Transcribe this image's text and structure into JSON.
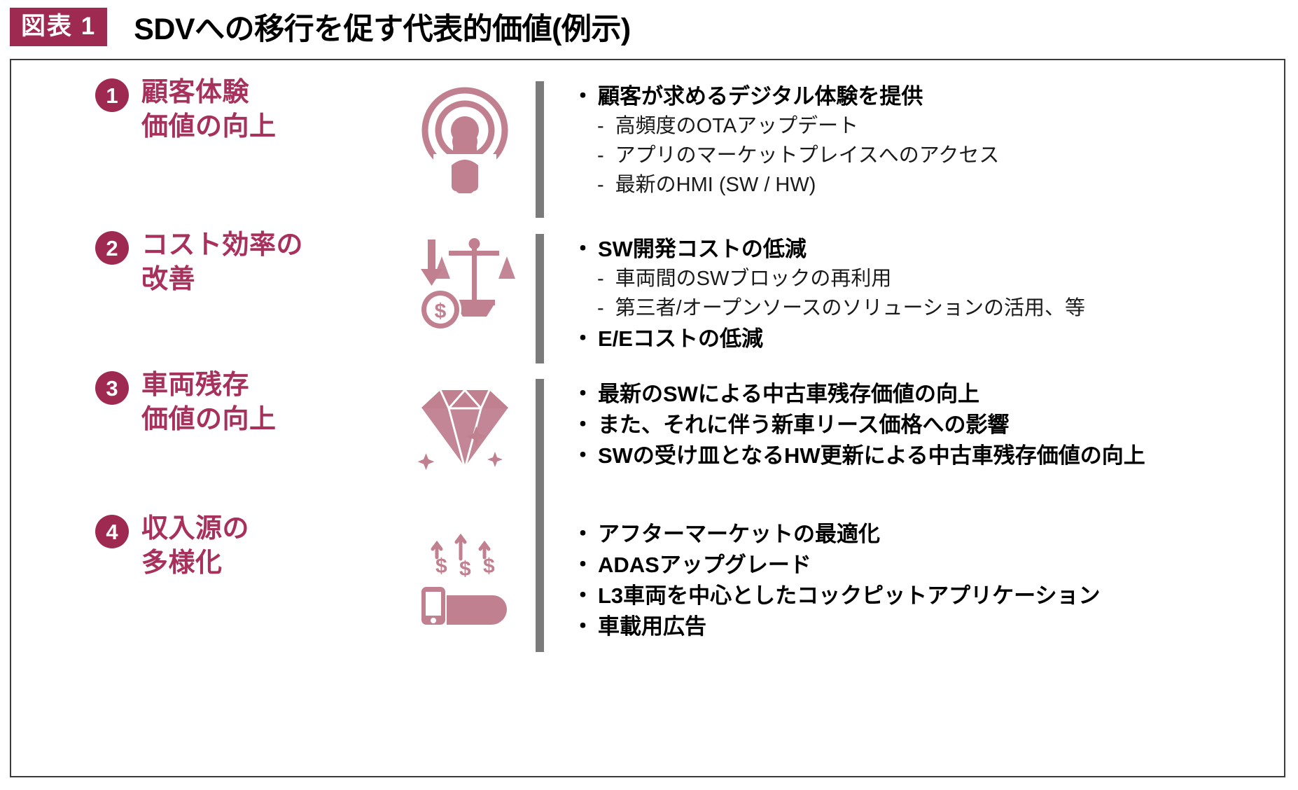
{
  "header": {
    "badge": "図表 1",
    "title": "SDVへの移行を促す代表的価値(例示)"
  },
  "colors": {
    "brand_magenta": "#9e2a52",
    "heading_magenta": "#a8315c",
    "divider_gray": "#7b7b7b",
    "frame_border": "#3b3b3b",
    "icon_rose": "#c08090"
  },
  "sections": [
    {
      "number": "1",
      "heading": "顧客体験\n価値の向上",
      "icon": "broadcast-person-icon",
      "bullets": [
        {
          "level": 1,
          "marker": "・",
          "text": "顧客が求めるデジタル体験を提供"
        },
        {
          "level": 2,
          "marker": "-",
          "text": "高頻度のOTAアップデート"
        },
        {
          "level": 2,
          "marker": "-",
          "text": "アプリのマーケットプレイスへのアクセス"
        },
        {
          "level": 2,
          "marker": "-",
          "text": "最新のHMI (SW / HW)"
        }
      ]
    },
    {
      "number": "2",
      "heading": "コスト効率の\n改善",
      "icon": "cost-scale-icon",
      "bullets": [
        {
          "level": 1,
          "marker": "・",
          "text": "SW開発コストの低減"
        },
        {
          "level": 2,
          "marker": "-",
          "text": "車両間のSWブロックの再利用"
        },
        {
          "level": 2,
          "marker": "-",
          "text": "第三者/オープンソースのソリューションの活用、等"
        },
        {
          "level": 1,
          "marker": "・",
          "text": "E/Eコストの低減"
        }
      ]
    },
    {
      "number": "3",
      "heading": "車両残存\n価値の向上",
      "icon": "diamond-icon",
      "bullets": [
        {
          "level": 1,
          "marker": "・",
          "text": "最新のSWによる中古車残存価値の向上"
        },
        {
          "level": 1,
          "marker": "・",
          "text": "また、それに伴う新車リース価格への影響"
        },
        {
          "level": 1,
          "marker": "・",
          "text": "SWの受け皿となるHW更新による中古車残存価値の向上"
        }
      ]
    },
    {
      "number": "4",
      "heading": "収入源の\n多様化",
      "icon": "hand-money-growth-icon",
      "bullets": [
        {
          "level": 1,
          "marker": "・",
          "text": "アフターマーケットの最適化"
        },
        {
          "level": 1,
          "marker": "・",
          "text": "ADASアップグレード"
        },
        {
          "level": 1,
          "marker": "・",
          "text": "L3車両を中心としたコックピットアプリケーション"
        },
        {
          "level": 1,
          "marker": "・",
          "text": "車載用広告"
        }
      ]
    }
  ]
}
